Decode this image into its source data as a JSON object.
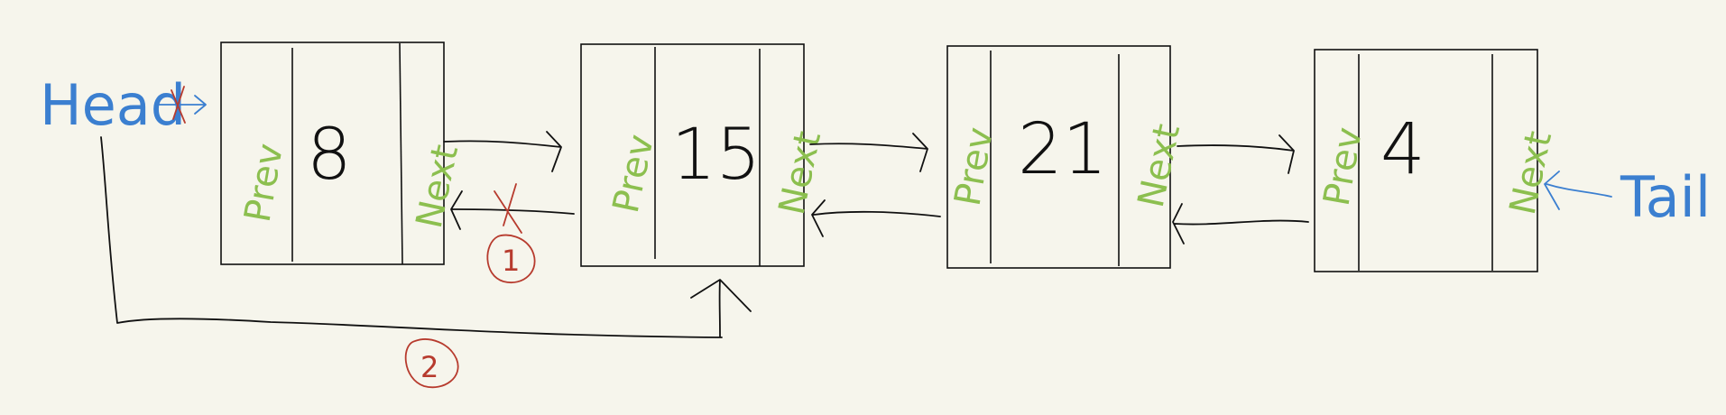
{
  "head_label": "Head",
  "tail_label": "Tail",
  "nodes": [
    {
      "prev": "Prev",
      "value": "8",
      "next": "Next"
    },
    {
      "prev": "Prev",
      "value": "15",
      "next": "Next"
    },
    {
      "prev": "Prev",
      "value": "21",
      "next": "Next"
    },
    {
      "prev": "Prev",
      "value": "4",
      "next": "Next"
    }
  ],
  "steps": [
    "1",
    "2"
  ],
  "colors": {
    "ink": "#111111",
    "field_label": "#8cbf4f",
    "pointer_label": "#3b7fd0",
    "edit_mark": "#b73b2e",
    "background": "#f6f5ec"
  }
}
